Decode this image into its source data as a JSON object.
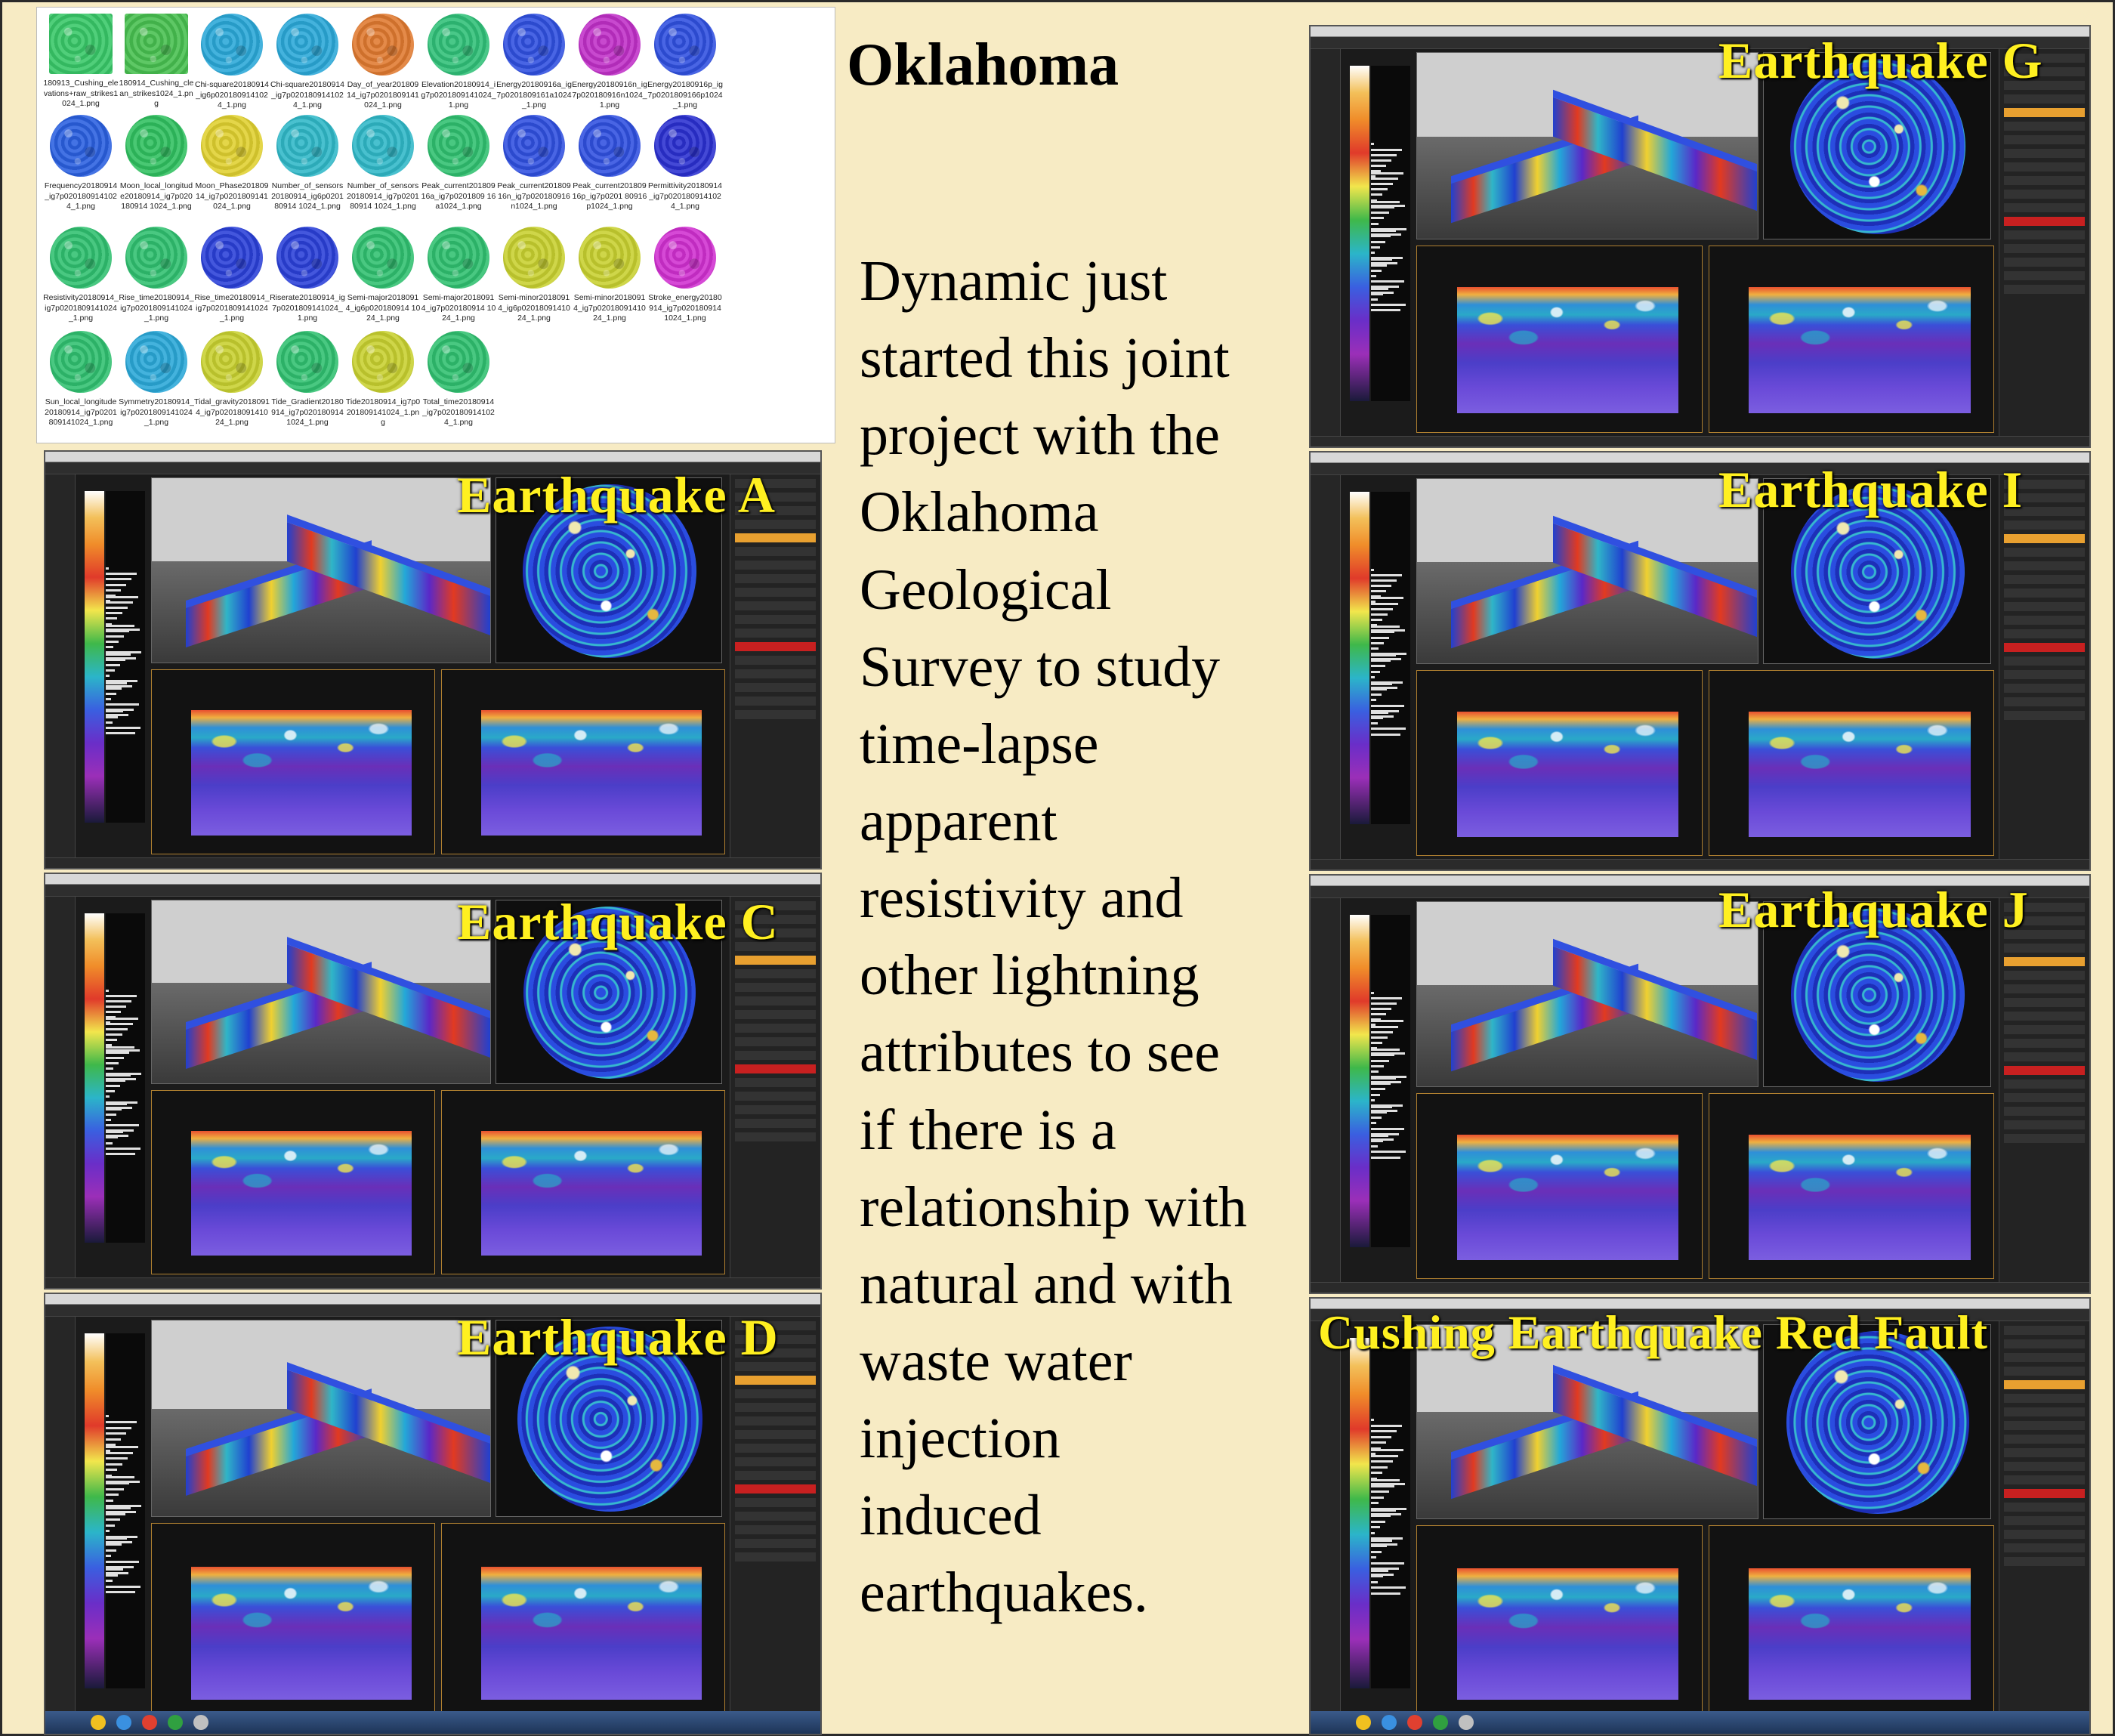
{
  "heading": "Oklahoma",
  "paragraph_lines": [
    "Dynamic just",
    "started this joint",
    "project with the",
    "Oklahoma",
    "Geological",
    "Survey to study",
    "time-lapse",
    "apparent",
    "resistivity and",
    "other lightning",
    "attributes to see",
    "if there is a",
    "relationship with",
    "natural and with",
    "waste water",
    "injection",
    "induced",
    "earthquakes."
  ],
  "explorer": {
    "files": [
      {
        "name": "180913_Cushing_elevations+raw_strikes1024_1.png",
        "color": "#38c868"
      },
      {
        "name": "180914_Cushing_clean_strikes1024_1.png",
        "color": "#48c050"
      },
      {
        "name": "Chi-square20180914_ig6p0201809141024_1.png",
        "color": "#2aa8d8"
      },
      {
        "name": "Chi-square20180914_ig7p0201809141024_1.png",
        "color": "#2aa8d8"
      },
      {
        "name": "Day_of_year20180914_ig7p0201809141024_1.png",
        "color": "#e07a30"
      },
      {
        "name": "Elevation20180914_ig7p0201809141024_1.png",
        "color": "#30c078"
      },
      {
        "name": "Energy20180916a_ig7p0201809161a1024_1.png",
        "color": "#3050e0"
      },
      {
        "name": "Energy20180916n_ig7p020180916n1024_1.png",
        "color": "#c030c8"
      },
      {
        "name": "Energy20180916p_ig7p0201809166p1024_1.png",
        "color": "#3050e0"
      },
      {
        "name": "Frequency20180914_ig7p0201809141024_1.png",
        "color": "#2a60e0"
      },
      {
        "name": "Moon_local_longitude20180914_ig7p020180914 1024_1.png",
        "color": "#30c060"
      },
      {
        "name": "Moon_Phase20180914_ig7p0201809141024_1.png",
        "color": "#e0d030"
      },
      {
        "name": "Number_of_sensors20180914_ig6p020180914 1024_1.png",
        "color": "#30b8c8"
      },
      {
        "name": "Number_of_sensors20180914_ig7p020180914 1024_1.png",
        "color": "#30b8c8"
      },
      {
        "name": "Peak_current20180916a_ig7p0201809 16a1024_1.png",
        "color": "#30c070"
      },
      {
        "name": "Peak_current20180916n_ig7p020180916n1024_1.png",
        "color": "#3050e0"
      },
      {
        "name": "Peak_current20180916p_ig7p0201 80916p1024_1.png",
        "color": "#3050e0"
      },
      {
        "name": "Permittivity20180914_ig7p0201809141024_1.png",
        "color": "#2a30d0"
      },
      {
        "name": "Resistivity20180914_ig7p0201809141024_1.png",
        "color": "#30c070"
      },
      {
        "name": "Rise_time20180914_ig7p0201809141024_1.png",
        "color": "#30c070"
      },
      {
        "name": "Rise_time20180914_ig7p0201809141024_1.png",
        "color": "#2a40d8"
      },
      {
        "name": "Riserate20180914_ig7p0201809141024_1.png",
        "color": "#2a40d8"
      },
      {
        "name": "Semi-major20180914_ig6p020180914 1024_1.png",
        "color": "#30c070"
      },
      {
        "name": "Semi-major20180914_ig7p020180914 1024_1.png",
        "color": "#30c070"
      },
      {
        "name": "Semi-minor20180914_ig6p0201809141024_1.png",
        "color": "#c8d030"
      },
      {
        "name": "Semi-minor20180914_ig7p0201809141024_1.png",
        "color": "#c8d030"
      },
      {
        "name": "Stroke_energy20180914_ig7p0201809141024_1.png",
        "color": "#d030d0"
      },
      {
        "name": "Sun_local_longitude20180914_ig7p0201809141024_1.png",
        "color": "#30c070"
      },
      {
        "name": "Symmetry20180914_ig7p0201809141024_1.png",
        "color": "#2aa8d8"
      },
      {
        "name": "Tidal_gravity20180914_ig7p0201809141024_1.png",
        "color": "#c8d030"
      },
      {
        "name": "Tide_Gradient20180914_ig7p0201809141024_1.png",
        "color": "#30c070"
      },
      {
        "name": "Tide20180914_ig7p0201809141024_1.png",
        "color": "#c8d030"
      },
      {
        "name": "Total_time20180914_ig7p0201809141024_1.png",
        "color": "#30c070"
      }
    ]
  },
  "panels": [
    {
      "id": "a",
      "label": "Earthquake A"
    },
    {
      "id": "c",
      "label": "Earthquake C"
    },
    {
      "id": "d",
      "label": "Earthquake D"
    },
    {
      "id": "g",
      "label": "Earthquake G"
    },
    {
      "id": "i",
      "label": "Earthquake I"
    },
    {
      "id": "j",
      "label": "Earthquake J"
    },
    {
      "id": "red",
      "label": "Cushing Earthquake Red Fault"
    }
  ],
  "colors": {
    "background": "#f7ebc4",
    "overlay_text": "#fff020",
    "ui_dark": "#1b1b1b"
  }
}
